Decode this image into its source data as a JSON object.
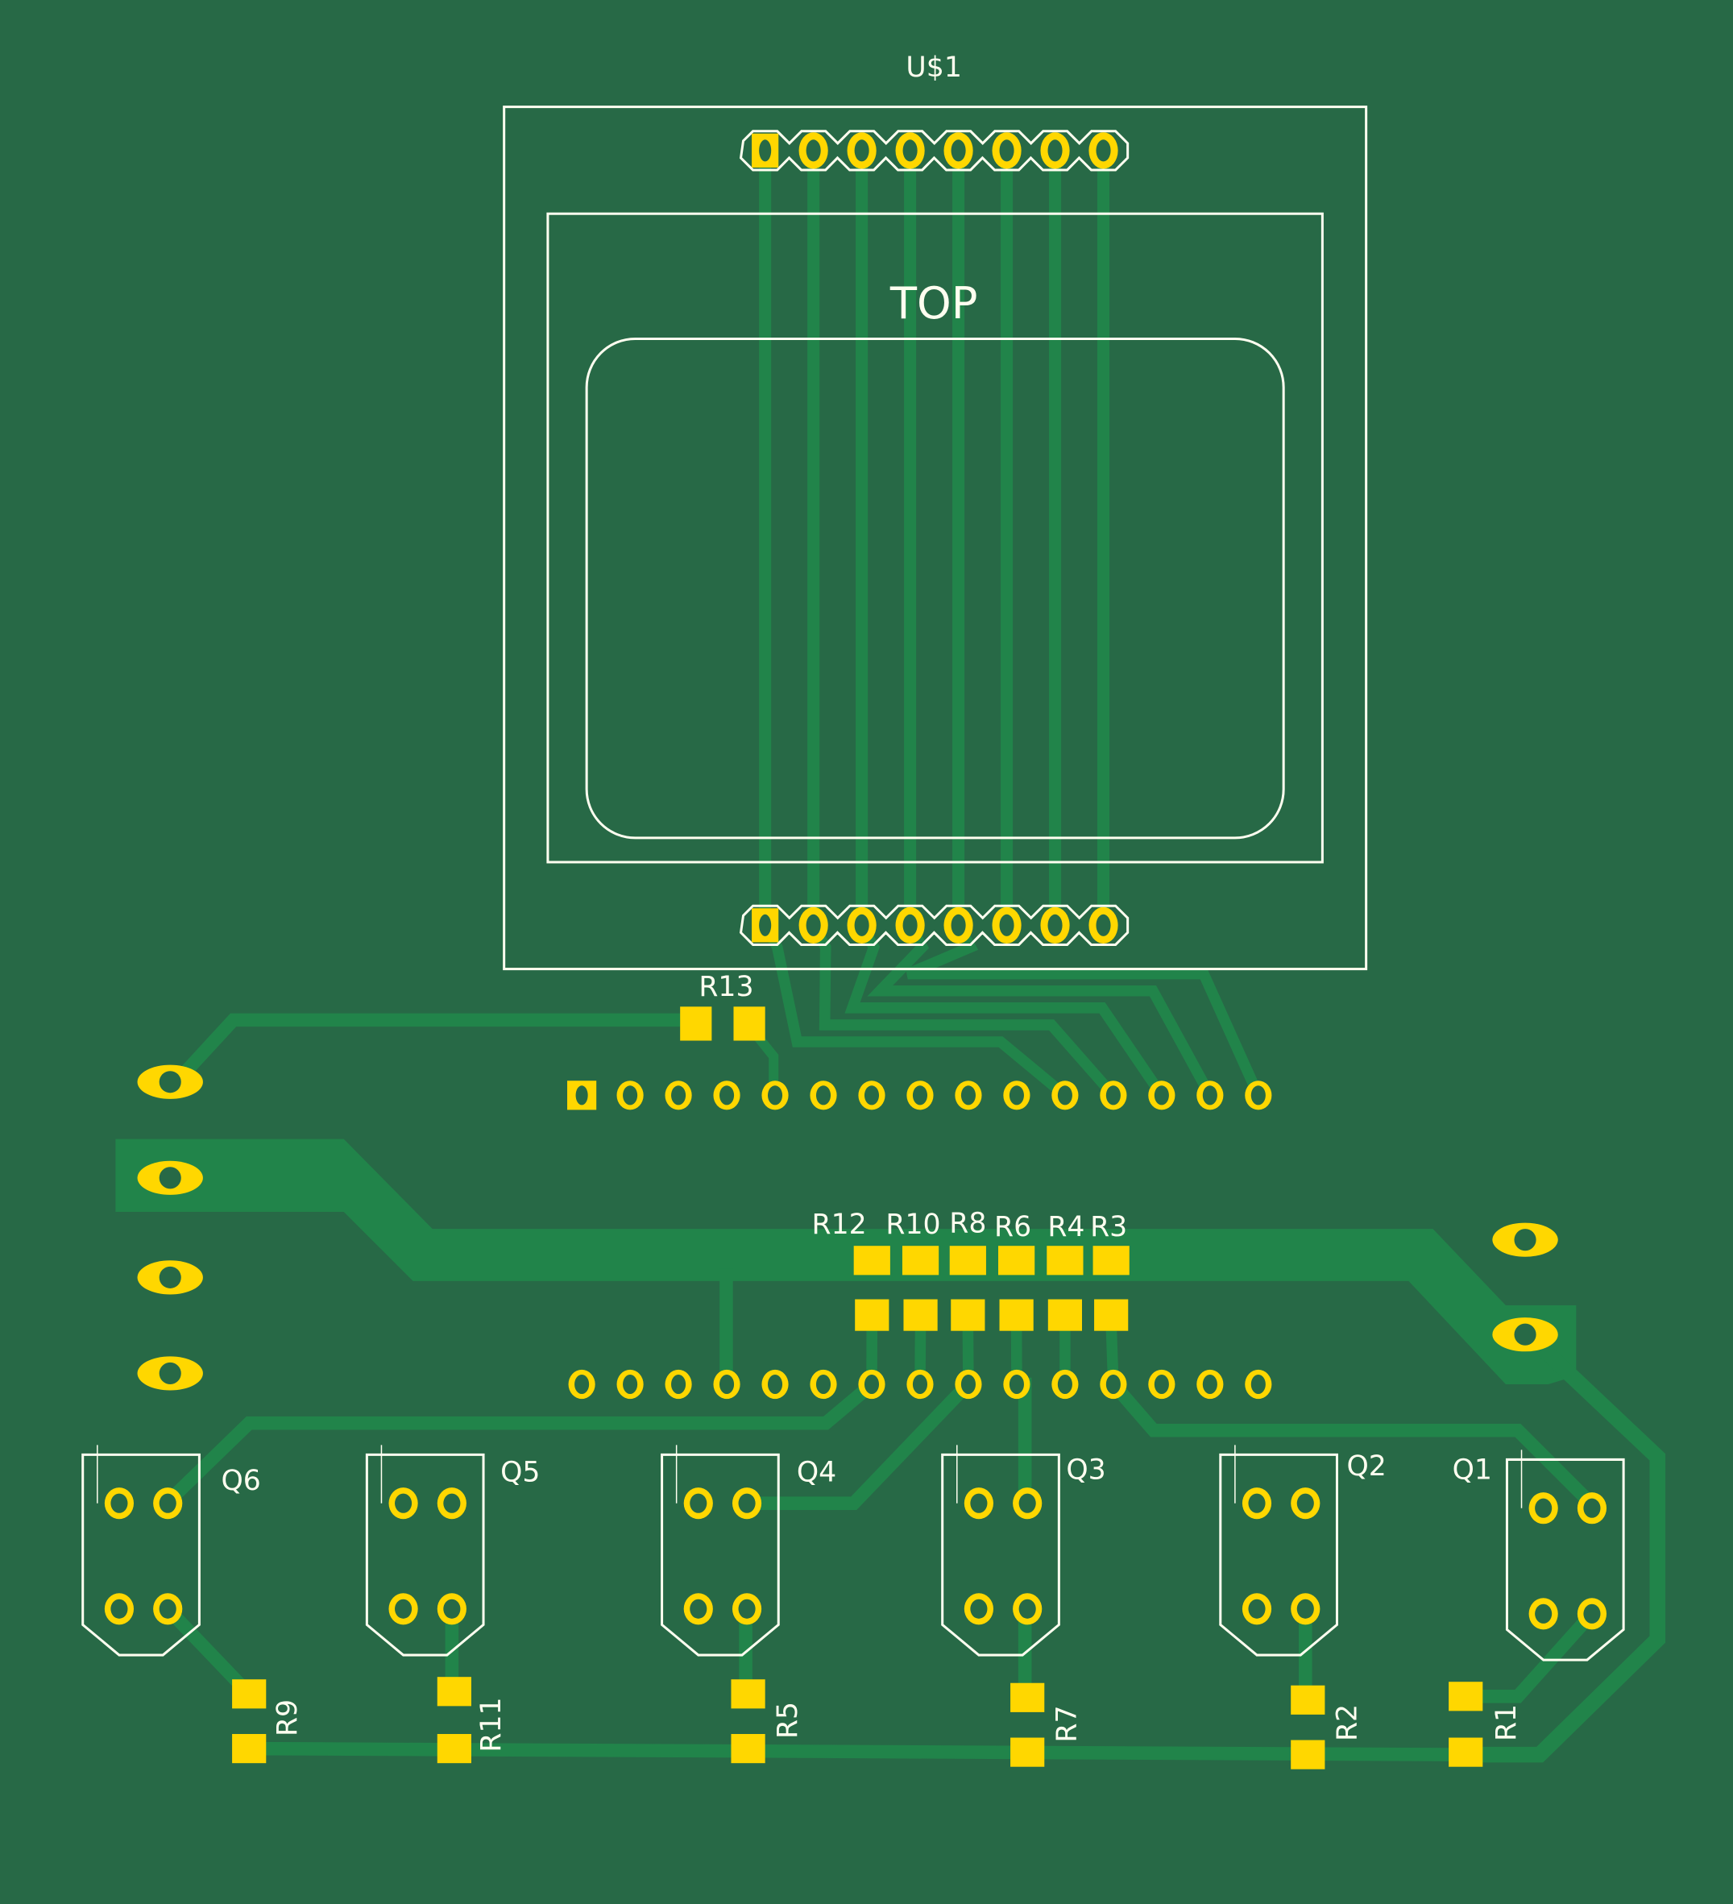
{
  "board": {
    "colors": {
      "substrate": "#276946",
      "copper": "#21844a",
      "pad": "#ffd700",
      "silkscreen": "#fffff0"
    },
    "module": {
      "designator": "U$1",
      "side_label": "TOP",
      "header_pins": 8
    },
    "header_row_pins": 15,
    "connector_pads": 6,
    "labels": {
      "R13": "R13",
      "R12": "R12",
      "R10": "R10",
      "R8": "R8",
      "R6": "R6",
      "R4": "R4",
      "R3": "R3",
      "R9": "R9",
      "R11": "R11",
      "R5": "R5",
      "R7": "R7",
      "R2": "R2",
      "R1": "R1",
      "Q6": "Q6",
      "Q5": "Q5",
      "Q4": "Q4",
      "Q3": "Q3",
      "Q2": "Q2",
      "Q1": "Q1"
    },
    "resistor_array_top": [
      "R12",
      "R10",
      "R8",
      "R6",
      "R4",
      "R3"
    ],
    "transistors": [
      "Q6",
      "Q5",
      "Q4",
      "Q3",
      "Q2",
      "Q1"
    ],
    "bottom_resistors": [
      "R9",
      "R11",
      "R5",
      "R7",
      "R2",
      "R1"
    ]
  }
}
